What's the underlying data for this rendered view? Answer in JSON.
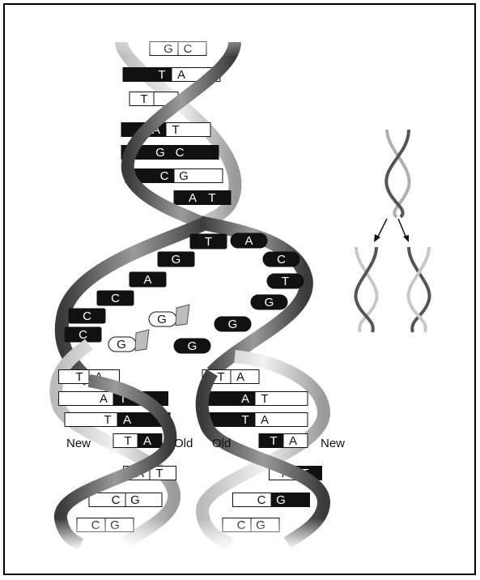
{
  "colors": {
    "strand_dark": "#4a4a4a",
    "strand_mid": "#8c8c8c",
    "strand_light": "#d6d6d6",
    "base_black": "#111111",
    "base_white": "#ffffff",
    "free_nucleotide": "#bdbdbd",
    "frame": "#000000"
  },
  "labels": {
    "new_left": "New",
    "old_left": "Old",
    "old_right": "Old",
    "new_right": "New"
  },
  "parent_pairs": [
    {
      "left": "G",
      "right": "C"
    },
    {
      "left": "T",
      "right": "A"
    },
    {
      "left": "T",
      "right": ""
    },
    {
      "left": "A",
      "right": "T"
    },
    {
      "left": "G",
      "right": "C"
    },
    {
      "left": "C",
      "right": "G"
    },
    {
      "left": "A",
      "right": "T"
    }
  ],
  "fork_left_bases": [
    "T",
    "G",
    "A",
    "C",
    "C",
    "C"
  ],
  "fork_right_bases": [
    "A",
    "C",
    "T",
    "G",
    "G",
    "G"
  ],
  "free_nucleotides": [
    "G",
    "G"
  ],
  "daughter_left_pairs": [
    {
      "left": "T",
      "right": "A"
    },
    {
      "left": "A",
      "right": "T"
    },
    {
      "left": "T",
      "right": "A"
    },
    {
      "left": "T",
      "right": "A"
    },
    {
      "left": "A",
      "right": "T"
    },
    {
      "left": "C",
      "right": "G"
    },
    {
      "left": "C",
      "right": "G"
    }
  ],
  "daughter_right_pairs": [
    {
      "left": "T",
      "right": "A"
    },
    {
      "left": "A",
      "right": "T"
    },
    {
      "left": "T",
      "right": "A"
    },
    {
      "left": "T",
      "right": "A"
    },
    {
      "left": "A",
      "right": "T"
    },
    {
      "left": "C",
      "right": "G"
    },
    {
      "left": "C",
      "right": "G"
    }
  ]
}
